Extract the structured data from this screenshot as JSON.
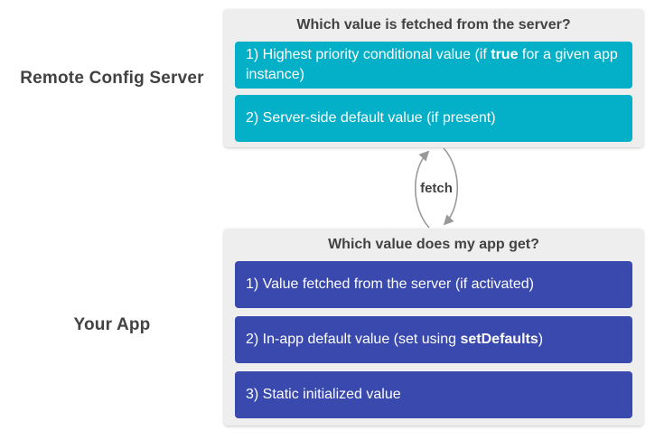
{
  "colors": {
    "canvas-bg": "#ffffff",
    "panel-bg": "#eeeeee",
    "teal": "#04b0c7",
    "indigo": "#3a49ad",
    "dark-text": "#424242",
    "light-text": "#fdfdfd",
    "arrow": "#999999"
  },
  "left_labels": {
    "server": "Remote Config Server",
    "app": "Your App"
  },
  "server_panel": {
    "title": "Which value is fetched from the server?",
    "items": [
      {
        "prefix": "1) Highest priority conditional value (if ",
        "bold": "true",
        "suffix": " for a given app instance)"
      },
      {
        "prefix": "2) Server-side default value (if present)",
        "bold": "",
        "suffix": ""
      }
    ]
  },
  "app_panel": {
    "title": "Which value does my app get?",
    "items": [
      {
        "prefix": "1) Value fetched from the server (if activated)",
        "bold": "",
        "suffix": ""
      },
      {
        "prefix": "2) In-app default value (set using ",
        "bold": "setDefaults",
        "suffix": ")"
      },
      {
        "prefix": "3) Static initialized value",
        "bold": "",
        "suffix": ""
      }
    ]
  },
  "fetch_label": "fetch"
}
